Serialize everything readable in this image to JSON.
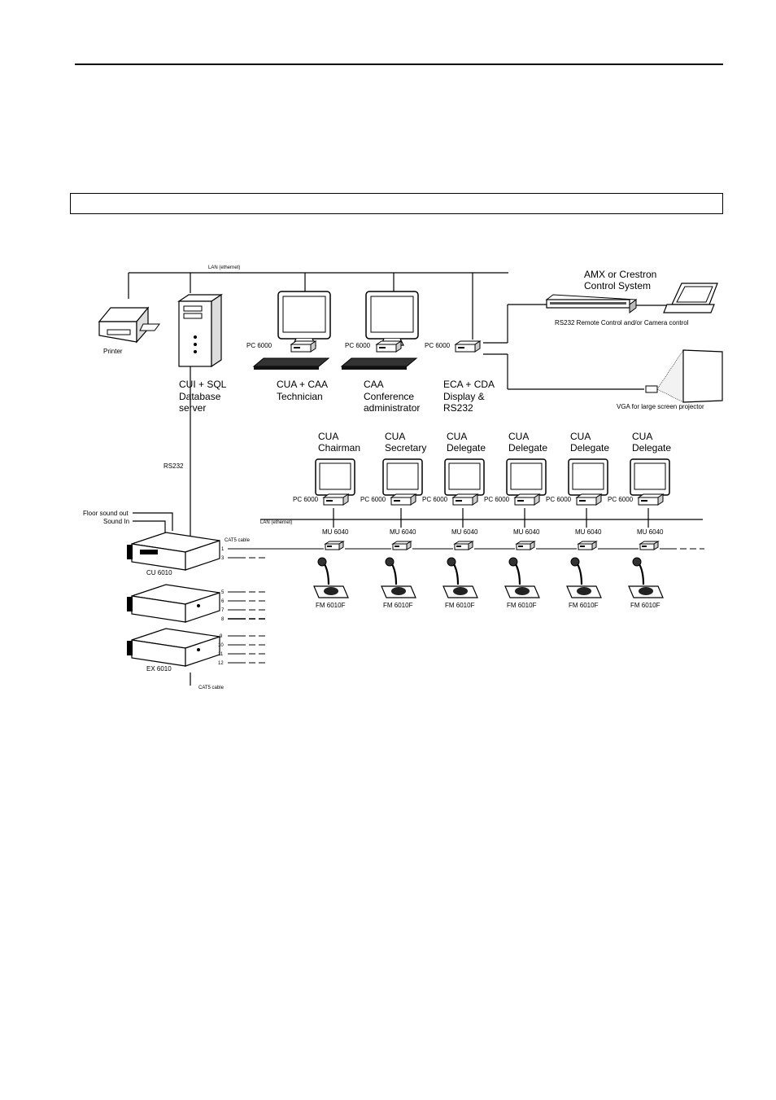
{
  "network": {
    "lan_label": "LAN (ethernet)",
    "lan_label_lower": "LAN (ethernet)",
    "rs232_label": "RS232",
    "cat5_label_top": "CAT5 cable",
    "cat5_label_bottom": "CAT5 cable"
  },
  "top_row": {
    "printer": "Printer",
    "server_lines": [
      "CUI + SQL",
      "Database",
      "server"
    ],
    "pc_labels": [
      "PC 6000",
      "PC 6000",
      "PC 6000"
    ],
    "technician_lines": [
      "CUA + CAA",
      "Technician"
    ],
    "admin_lines": [
      "CAA",
      "Conference",
      "administrator"
    ],
    "eca_lines": [
      "ECA + CDA",
      "Display &",
      "RS232"
    ]
  },
  "control": {
    "title_lines": [
      "AMX or Crestron",
      "Control System"
    ],
    "rs232_caption": "RS232  Remote Control and/or Camera control",
    "vga_caption": "VGA for large screen projector"
  },
  "central_units": {
    "floor_sound_out": "Floor sound out",
    "sound_in": "Sound In",
    "cu_label": "CU 6010",
    "ex_label": "EX 6010",
    "ports_cu": [
      "1",
      "3"
    ],
    "ports_ex1": [
      "5",
      "6",
      "7",
      "8"
    ],
    "ports_ex2": [
      "9",
      "10",
      "11",
      "12"
    ]
  },
  "delegates": [
    {
      "role": [
        "CUA",
        "Chairman"
      ],
      "pc": "PC 6000",
      "mu": "MU 6040",
      "fm": "FM 6010F"
    },
    {
      "role": [
        "CUA",
        "Secretary"
      ],
      "pc": "PC 6000",
      "mu": "MU 6040",
      "fm": "FM 6010F"
    },
    {
      "role": [
        "CUA",
        "Delegate"
      ],
      "pc": "PC 6000",
      "mu": "MU 6040",
      "fm": "FM 6010F"
    },
    {
      "role": [
        "CUA",
        "Delegate"
      ],
      "pc": "PC 6000",
      "mu": "MU 6040",
      "fm": "FM 6010F"
    },
    {
      "role": [
        "CUA",
        "Delegate"
      ],
      "pc": "PC 6000",
      "mu": "MU 6040",
      "fm": "FM 6010F"
    },
    {
      "role": [
        "CUA",
        "Delegate"
      ],
      "pc": "PC 6000",
      "mu": "MU 6040",
      "fm": "FM 6010F"
    }
  ]
}
